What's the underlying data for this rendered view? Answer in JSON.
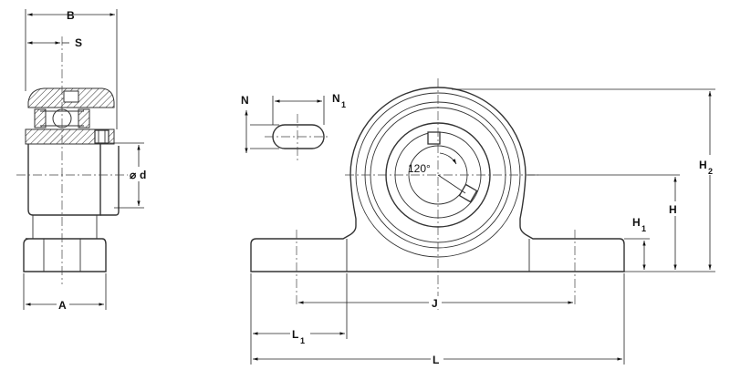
{
  "labels": {
    "B": "B",
    "S": "S",
    "d": "d",
    "d_symbol": "⌀",
    "A": "A",
    "N": "N",
    "N1": "N",
    "N1_sub": "1",
    "angle": "120°",
    "H": "H",
    "H1": "H",
    "H1_sub": "1",
    "H2": "H",
    "H2_sub": "2",
    "J": "J",
    "L1": "L",
    "L1_sub": "1",
    "L": "L"
  }
}
